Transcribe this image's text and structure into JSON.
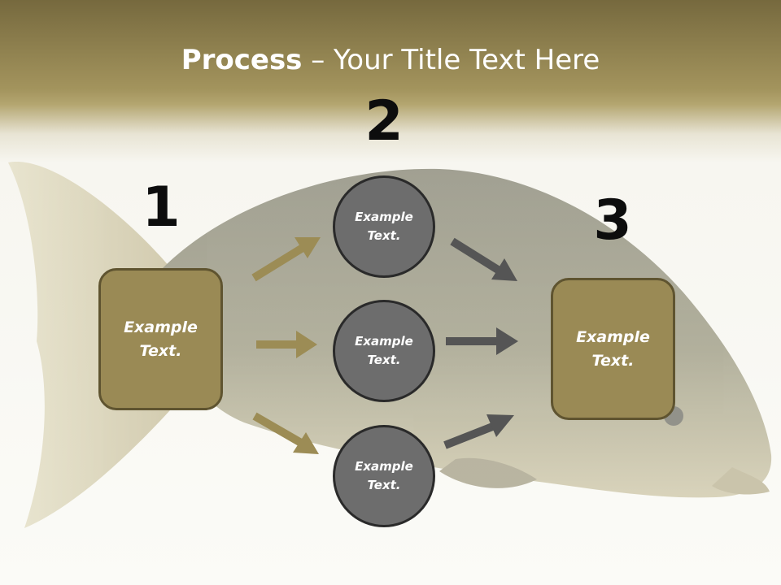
{
  "title": {
    "bold": "Process",
    "rest": " – Your Title Text Here"
  },
  "steps": {
    "one": {
      "number": "1",
      "text": "Example Text."
    },
    "two": {
      "number": "2"
    },
    "three": {
      "number": "3",
      "text": "Example Text."
    }
  },
  "circles": [
    {
      "text": "Example Text."
    },
    {
      "text": "Example Text."
    },
    {
      "text": "Example Text."
    }
  ],
  "colors": {
    "gold": "#9a8a55",
    "gold_border": "#5f5430",
    "circle_fill": "#6d6d6d",
    "circle_border": "#2a2a2a",
    "arrow_gold": "#9c8c55",
    "arrow_gray": "#555555"
  }
}
